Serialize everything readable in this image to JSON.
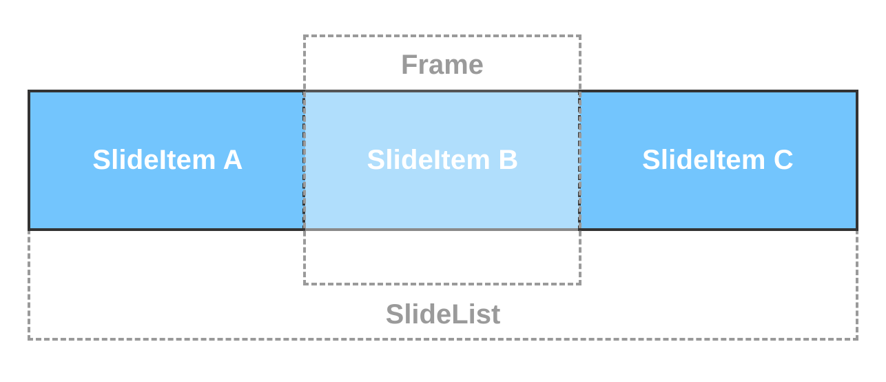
{
  "frame": {
    "label": "Frame"
  },
  "slide_list": {
    "label": "SlideList",
    "items": [
      {
        "label": "SlideItem A",
        "color": "#73c5fd"
      },
      {
        "label": "SlideItem B",
        "color": "#b0defc"
      },
      {
        "label": "SlideItem C",
        "color": "#73c5fd"
      }
    ]
  },
  "colors": {
    "dashed_border": "#9a9a9a",
    "item_border": "#333333",
    "text_on_item": "#ffffff"
  }
}
